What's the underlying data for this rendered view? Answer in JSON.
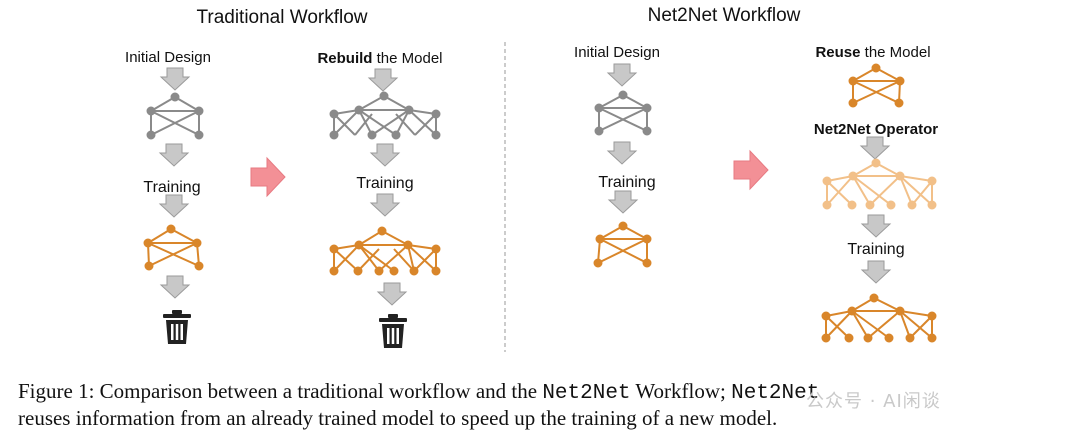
{
  "diagram": {
    "left_title": "Traditional Workflow",
    "right_title": "Net2Net Workflow",
    "trad_col1": {
      "heading": "Initial Design",
      "step": "Training"
    },
    "trad_col2": {
      "heading_bold": "Rebuild",
      "heading_rest": " the Model",
      "step": "Training"
    },
    "net_col1": {
      "heading": "Initial Design",
      "step": "Training"
    },
    "net_col2": {
      "heading_bold": "Reuse",
      "heading_rest": " the Model",
      "operator": "Net2Net Operator",
      "step": "Training"
    },
    "icons": [
      "down-arrow-icon",
      "right-arrow-icon",
      "trash-icon"
    ],
    "colors": {
      "untrained": "#8a8a8a",
      "trained": "#d9862a",
      "transformed": "#f2c089",
      "step_arrow": "#c8c8c8",
      "transition_arrow": "#f39096",
      "trash": "#222222"
    }
  },
  "caption": {
    "label": "Figure 1:",
    "text_1": " Comparison between a traditional workflow and the ",
    "code_1": "Net2Net",
    "text_2": " Workflow; ",
    "code_2": "Net2Net",
    "line_2": "reuses information from an already trained model to speed up the training of a new model."
  },
  "watermark": "公众号 · AI闲谈"
}
